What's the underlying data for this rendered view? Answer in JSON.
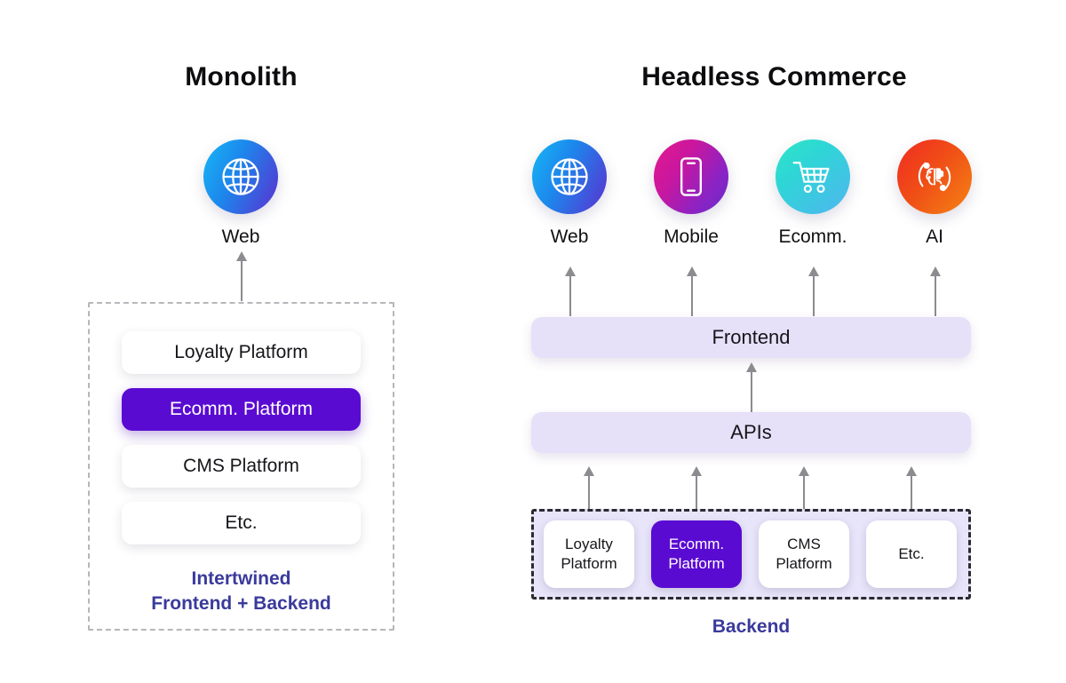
{
  "columns": {
    "monolith": {
      "title": "Monolith",
      "channel": {
        "label": "Web",
        "icon": "globe-icon"
      },
      "stack": [
        {
          "label": "Loyalty Platform",
          "accent": false
        },
        {
          "label": "Ecomm. Platform",
          "accent": true
        },
        {
          "label": "CMS Platform",
          "accent": false
        },
        {
          "label": "Etc.",
          "accent": false
        }
      ],
      "caption": "Intertwined\nFrontend + Backend"
    },
    "headless": {
      "title": "Headless Commerce",
      "channels": [
        {
          "label": "Web",
          "icon": "globe-icon"
        },
        {
          "label": "Mobile",
          "icon": "mobile-phone-icon"
        },
        {
          "label": "Ecomm.",
          "icon": "shopping-cart-icon"
        },
        {
          "label": "AI",
          "icon": "ai-brain-gear-icon"
        }
      ],
      "layers": [
        {
          "label": "Frontend"
        },
        {
          "label": "APIs"
        }
      ],
      "backend_items": [
        {
          "label": "Loyalty\nPlatform",
          "accent": false
        },
        {
          "label": "Ecomm.\nPlatform",
          "accent": true
        },
        {
          "label": "CMS\nPlatform",
          "accent": false
        },
        {
          "label": "Etc.",
          "accent": false
        }
      ],
      "caption": "Backend"
    }
  },
  "colors": {
    "accent_purple": "#5a0bd2",
    "lavender_bar": "#e6e0f9",
    "backend_fill": "#e8e4fa",
    "caption_indigo": "#3a3a9c",
    "arrow_gray": "#8b8b90",
    "dashed_gray": "#b6b6bb",
    "dashed_dark": "#2b2b30",
    "web_gradient": "#17b7f5 → #5b2fd0",
    "mobile_gradient": "#e5188f → #6e2bc9",
    "ecomm_gradient": "#2fe6c4 → #4fb6ef",
    "ai_gradient": "#ef2b22 → #f58414"
  }
}
